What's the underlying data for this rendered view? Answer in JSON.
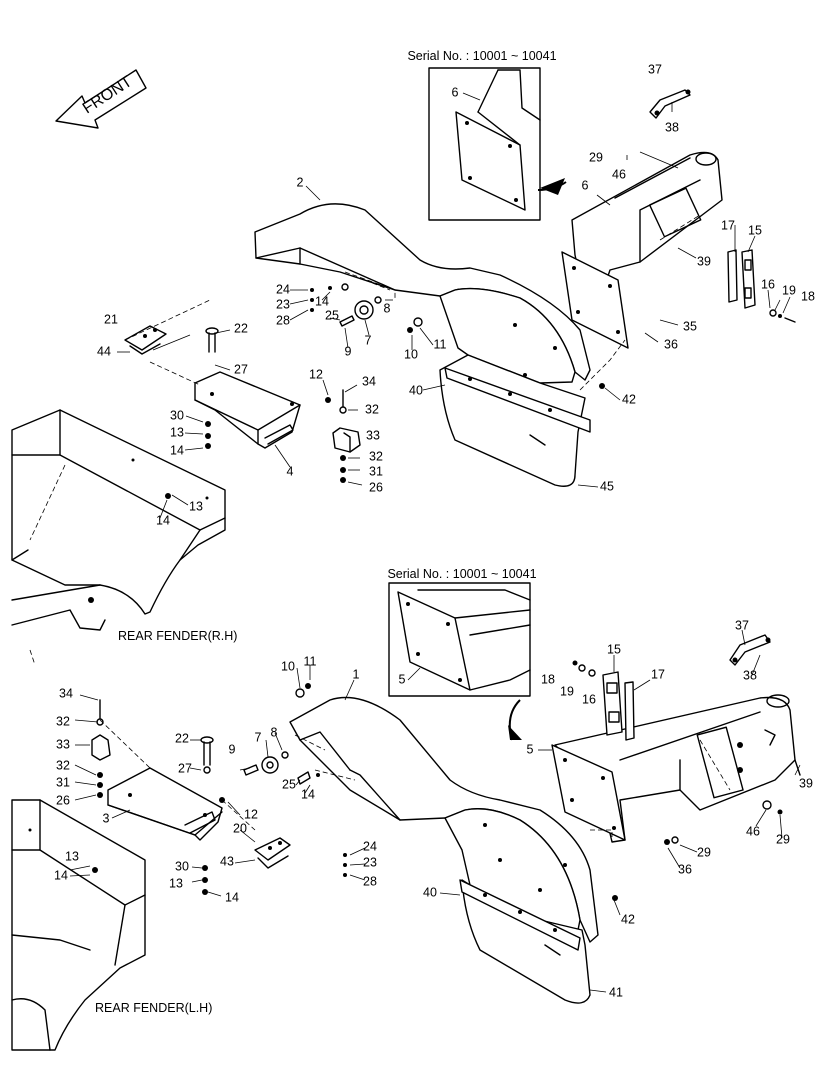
{
  "front_label": "FRONT",
  "serial_note_top": "Serial No. : 10001 ~ 10041",
  "serial_note_bottom": "Serial No. : 10001 ~ 10041",
  "rear_fender_rh": "REAR FENDER(R.H)",
  "rear_fender_lh": "REAR FENDER(L.H)",
  "top_callouts": [
    "37",
    "38",
    "6",
    "29",
    "46",
    "6",
    "39",
    "17",
    "15",
    "16",
    "19",
    "18",
    "35",
    "36",
    "2",
    "24",
    "23",
    "28",
    "14",
    "25",
    "8",
    "9",
    "7",
    "10",
    "11",
    "21",
    "22",
    "44",
    "27",
    "12",
    "34",
    "32",
    "33",
    "30",
    "13",
    "14",
    "4",
    "32",
    "31",
    "26",
    "40",
    "42",
    "45",
    "14",
    "13"
  ],
  "bottom_callouts": [
    "37",
    "38",
    "15",
    "17",
    "18",
    "19",
    "16",
    "5",
    "5",
    "1",
    "10",
    "11",
    "39",
    "34",
    "32",
    "33",
    "32",
    "31",
    "26",
    "22",
    "27",
    "9",
    "7",
    "8",
    "25",
    "14",
    "12",
    "3",
    "20",
    "43",
    "30",
    "13",
    "14",
    "24",
    "23",
    "28",
    "46",
    "29",
    "29",
    "36",
    "13",
    "14",
    "40",
    "42",
    "41"
  ]
}
